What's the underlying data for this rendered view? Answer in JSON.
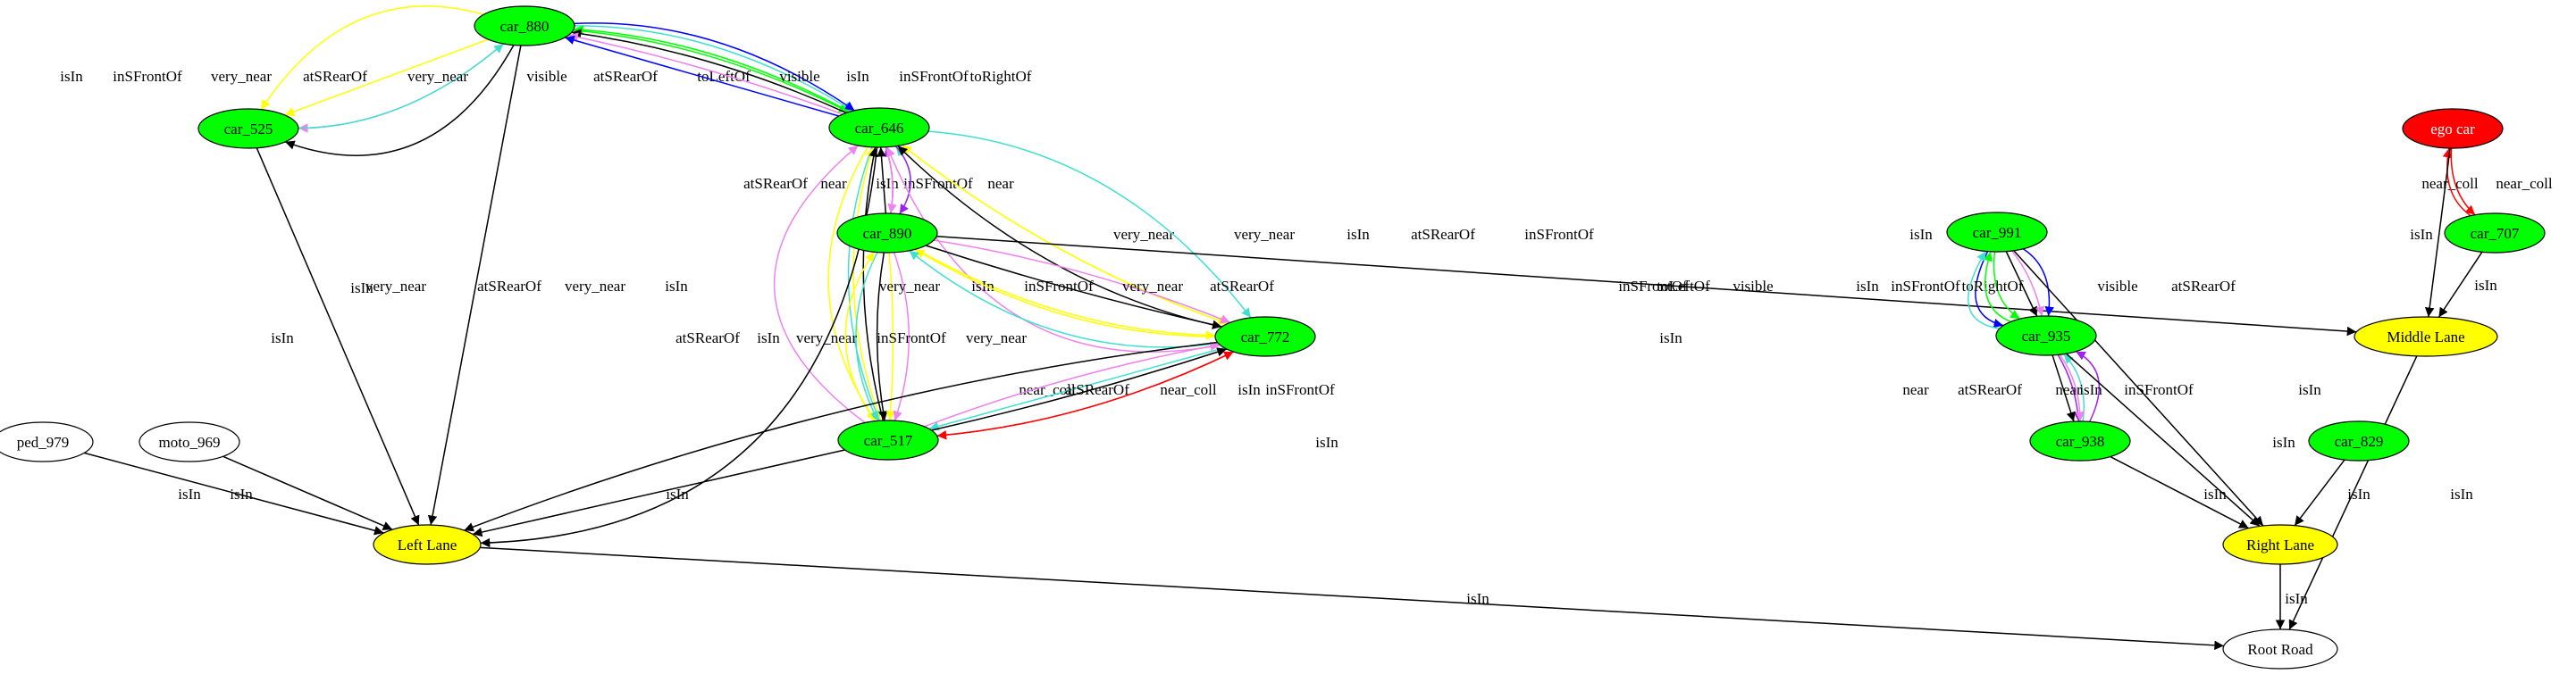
{
  "colors": {
    "black": "#000000",
    "green": "#00ff00",
    "yellow": "#ffff00",
    "red": "#ff0000",
    "white": "#ffffff",
    "turquoise": "#40e0d0",
    "violet": "#ee82ee",
    "blue": "#0000ff",
    "purple": "#a020f0"
  },
  "nodes": [
    {
      "id": "car_880",
      "label": "car_880",
      "fill": "green"
    },
    {
      "id": "car_525",
      "label": "car_525",
      "fill": "green"
    },
    {
      "id": "car_646",
      "label": "car_646",
      "fill": "green"
    },
    {
      "id": "car_890",
      "label": "car_890",
      "fill": "green"
    },
    {
      "id": "car_772",
      "label": "car_772",
      "fill": "green"
    },
    {
      "id": "car_517",
      "label": "car_517",
      "fill": "green"
    },
    {
      "id": "ped_979",
      "label": "ped_979",
      "fill": "white"
    },
    {
      "id": "moto_969",
      "label": "moto_969",
      "fill": "white"
    },
    {
      "id": "left_lane",
      "label": "Left Lane",
      "fill": "yellow"
    },
    {
      "id": "car_991",
      "label": "car_991",
      "fill": "green"
    },
    {
      "id": "car_935",
      "label": "car_935",
      "fill": "green"
    },
    {
      "id": "car_938",
      "label": "car_938",
      "fill": "green"
    },
    {
      "id": "car_829",
      "label": "car_829",
      "fill": "green"
    },
    {
      "id": "right_lane",
      "label": "Right Lane",
      "fill": "yellow"
    },
    {
      "id": "ego_car",
      "label": "ego car",
      "fill": "red"
    },
    {
      "id": "car_707",
      "label": "car_707",
      "fill": "green"
    },
    {
      "id": "middle_lane",
      "label": "Middle Lane",
      "fill": "yellow"
    },
    {
      "id": "root_road",
      "label": "Root Road",
      "fill": "white"
    }
  ],
  "edges": [
    {
      "from": "car_880",
      "to": "car_525",
      "label": "isIn",
      "color": "black"
    },
    {
      "from": "car_880",
      "to": "car_525",
      "label": "inSFrontOf",
      "color": "violet"
    },
    {
      "from": "car_880",
      "to": "car_525",
      "label": "very_near",
      "color": "yellow"
    },
    {
      "from": "car_525",
      "to": "car_880",
      "label": "atSRearOf",
      "color": "turquoise"
    },
    {
      "from": "car_880",
      "to": "car_525",
      "label": "very_near",
      "color": "yellow"
    },
    {
      "from": "car_880",
      "to": "car_646",
      "label": "visible",
      "color": "green"
    },
    {
      "from": "car_880",
      "to": "car_646",
      "label": "atSRearOf",
      "color": "turquoise"
    },
    {
      "from": "car_880",
      "to": "car_646",
      "label": "toLeftOf",
      "color": "blue"
    },
    {
      "from": "car_646",
      "to": "car_880",
      "label": "visible",
      "color": "green"
    },
    {
      "from": "car_646",
      "to": "car_880",
      "label": "isIn",
      "color": "black"
    },
    {
      "from": "car_646",
      "to": "car_880",
      "label": "inSFrontOf",
      "color": "violet"
    },
    {
      "from": "car_646",
      "to": "car_880",
      "label": "toRightOf",
      "color": "blue"
    },
    {
      "from": "car_880",
      "to": "left_lane",
      "label": "isIn",
      "color": "black"
    },
    {
      "from": "car_525",
      "to": "left_lane",
      "label": "isIn",
      "color": "black"
    },
    {
      "from": "car_646",
      "to": "car_517",
      "label": "very_near",
      "color": "yellow"
    },
    {
      "from": "car_646",
      "to": "car_517",
      "label": "atSRearOf",
      "color": "turquoise"
    },
    {
      "from": "car_517",
      "to": "car_646",
      "label": "very_near",
      "color": "yellow"
    },
    {
      "from": "car_517",
      "to": "car_646",
      "label": "isIn",
      "color": "black"
    },
    {
      "from": "car_890",
      "to": "car_646",
      "label": "atSRearOf",
      "color": "turquoise"
    },
    {
      "from": "car_890",
      "to": "car_646",
      "label": "near",
      "color": "purple"
    },
    {
      "from": "car_890",
      "to": "car_646",
      "label": "isIn",
      "color": "black"
    },
    {
      "from": "car_646",
      "to": "car_890",
      "label": "inSFrontOf",
      "color": "violet"
    },
    {
      "from": "car_646",
      "to": "car_890",
      "label": "near",
      "color": "purple"
    },
    {
      "from": "car_646",
      "to": "car_772",
      "label": "very_near",
      "color": "yellow"
    },
    {
      "from": "car_772",
      "to": "car_646",
      "label": "very_near",
      "color": "yellow"
    },
    {
      "from": "car_772",
      "to": "car_646",
      "label": "isIn",
      "color": "black"
    },
    {
      "from": "car_646",
      "to": "car_772",
      "label": "atSRearOf",
      "color": "turquoise"
    },
    {
      "from": "car_772",
      "to": "car_646",
      "label": "inSFrontOf",
      "color": "violet"
    },
    {
      "from": "car_517",
      "to": "car_646",
      "label": "inSFrontOf",
      "color": "violet"
    },
    {
      "from": "car_646",
      "to": "left_lane",
      "label": "isIn",
      "color": "black"
    },
    {
      "from": "car_890",
      "to": "car_517",
      "label": "atSRearOf",
      "color": "turquoise"
    },
    {
      "from": "car_890",
      "to": "car_517",
      "label": "isIn",
      "color": "black"
    },
    {
      "from": "car_890",
      "to": "car_517",
      "label": "very_near",
      "color": "yellow"
    },
    {
      "from": "car_890",
      "to": "car_517",
      "label": "inSFrontOf",
      "color": "violet"
    },
    {
      "from": "car_517",
      "to": "car_890",
      "label": "very_near",
      "color": "yellow"
    },
    {
      "from": "car_890",
      "to": "car_772",
      "label": "very_near",
      "color": "yellow"
    },
    {
      "from": "car_890",
      "to": "car_772",
      "label": "isIn",
      "color": "black"
    },
    {
      "from": "car_890",
      "to": "car_772",
      "label": "inSFrontOf",
      "color": "violet"
    },
    {
      "from": "car_772",
      "to": "car_890",
      "label": "very_near",
      "color": "yellow"
    },
    {
      "from": "car_772",
      "to": "car_890",
      "label": "atSRearOf",
      "color": "turquoise"
    },
    {
      "from": "car_890",
      "to": "middle_lane",
      "label": "isIn",
      "color": "black"
    },
    {
      "from": "car_772",
      "to": "car_517",
      "label": "near_coll",
      "color": "red"
    },
    {
      "from": "car_772",
      "to": "car_517",
      "label": "atSRearOf",
      "color": "turquoise"
    },
    {
      "from": "car_517",
      "to": "car_772",
      "label": "near_coll",
      "color": "red"
    },
    {
      "from": "car_517",
      "to": "car_772",
      "label": "isIn",
      "color": "black"
    },
    {
      "from": "car_517",
      "to": "car_772",
      "label": "inSFrontOf",
      "color": "violet"
    },
    {
      "from": "car_772",
      "to": "left_lane",
      "label": "isIn",
      "color": "black"
    },
    {
      "from": "car_517",
      "to": "left_lane",
      "label": "isIn",
      "color": "black"
    },
    {
      "from": "ped_979",
      "to": "left_lane",
      "label": "isIn",
      "color": "black"
    },
    {
      "from": "moto_969",
      "to": "left_lane",
      "label": "isIn",
      "color": "black"
    },
    {
      "from": "left_lane",
      "to": "root_road",
      "label": "isIn",
      "color": "black"
    },
    {
      "from": "car_991",
      "to": "car_935",
      "label": "toLeftOf",
      "color": "blue"
    },
    {
      "from": "car_991",
      "to": "car_935",
      "label": "visible",
      "color": "green"
    },
    {
      "from": "car_991",
      "to": "car_935",
      "label": "isIn",
      "color": "black"
    },
    {
      "from": "car_991",
      "to": "car_935",
      "label": "inSFrontOf",
      "color": "violet"
    },
    {
      "from": "car_991",
      "to": "car_935",
      "label": "toRightOf",
      "color": "blue"
    },
    {
      "from": "car_935",
      "to": "car_991",
      "label": "visible",
      "color": "green"
    },
    {
      "from": "car_935",
      "to": "car_991",
      "label": "atSRearOf",
      "color": "turquoise"
    },
    {
      "from": "car_991",
      "to": "right_lane",
      "label": "isIn",
      "color": "black"
    },
    {
      "from": "car_938",
      "to": "car_935",
      "label": "near",
      "color": "purple"
    },
    {
      "from": "car_938",
      "to": "car_935",
      "label": "atSRearOf",
      "color": "turquoise"
    },
    {
      "from": "car_935",
      "to": "car_938",
      "label": "near",
      "color": "purple"
    },
    {
      "from": "car_935",
      "to": "car_938",
      "label": "isIn",
      "color": "black"
    },
    {
      "from": "car_935",
      "to": "car_938",
      "label": "inSFrontOf",
      "color": "violet"
    },
    {
      "from": "car_935",
      "to": "right_lane",
      "label": "isIn",
      "color": "black"
    },
    {
      "from": "car_938",
      "to": "right_lane",
      "label": "isIn",
      "color": "black"
    },
    {
      "from": "car_829",
      "to": "right_lane",
      "label": "isIn",
      "color": "black"
    },
    {
      "from": "right_lane",
      "to": "root_road",
      "label": "isIn",
      "color": "black"
    },
    {
      "from": "ego_car",
      "to": "car_707",
      "label": "near_coll",
      "color": "red"
    },
    {
      "from": "car_707",
      "to": "ego_car",
      "label": "near_coll",
      "color": "red"
    },
    {
      "from": "ego_car",
      "to": "middle_lane",
      "label": "isIn",
      "color": "black"
    },
    {
      "from": "car_707",
      "to": "middle_lane",
      "label": "isIn",
      "color": "black"
    },
    {
      "from": "middle_lane",
      "to": "root_road",
      "label": "isIn",
      "color": "black"
    }
  ]
}
